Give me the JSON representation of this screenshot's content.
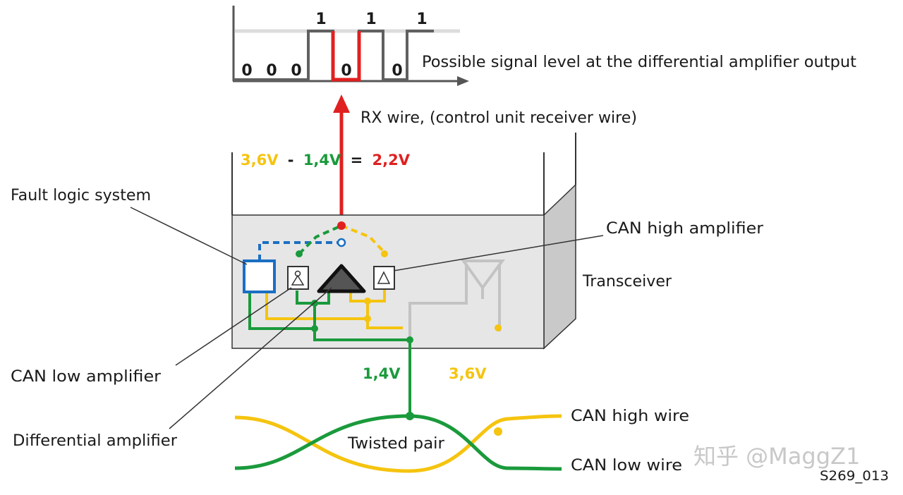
{
  "signal_panel": {
    "bits_top": [
      "1",
      "1",
      "1"
    ],
    "bits_bottom": [
      "0",
      "0",
      "0",
      "0",
      "0"
    ],
    "caption": "Possible signal level at the differential amplifier output"
  },
  "rx_wire_label": "RX wire, (control unit receiver wire)",
  "equation": {
    "high": "3,6V",
    "minus": "-",
    "low": "1,4V",
    "equals": "=",
    "result": "2,2V"
  },
  "labels": {
    "fault_logic": "Fault logic system",
    "can_high_amp": "CAN high amplifier",
    "transceiver": "Transceiver",
    "can_low_amp": "CAN low amplifier",
    "diff_amp": "Differential amplifier",
    "can_high_wire": "CAN high wire",
    "can_low_wire": "CAN low wire",
    "twisted_pair": "Twisted pair",
    "voltage_low": "1,4V",
    "voltage_high": "3,6V",
    "figure_id": "S269_013"
  },
  "watermark": "知乎 @MaggZ1",
  "colors": {
    "can_high": "#f5c40f",
    "can_low": "#1a9a3c",
    "rx": "#e02020",
    "fault": "#1b6fc2",
    "box_fill": "#e6e6e6",
    "signal": "#606060"
  }
}
